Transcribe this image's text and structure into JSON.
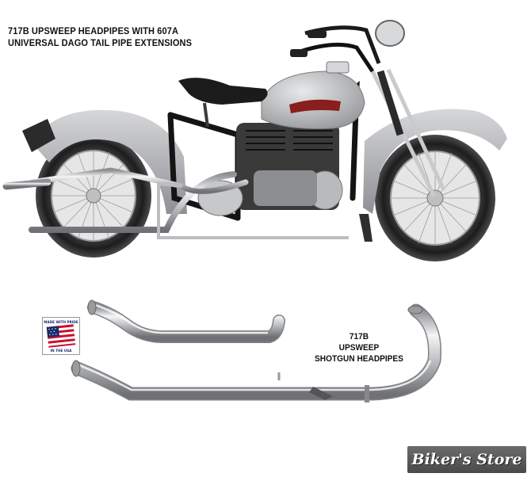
{
  "product_caption": {
    "line1": "717B UPSWEEP HEADPIPES WITH 607A",
    "line2": "UNIVERSAL DAGO TAIL PIPE EXTENSIONS"
  },
  "pipes_caption": {
    "line1": "717B",
    "line2": "UPSWEEP",
    "line3": "SHOTGUN HEADPIPES"
  },
  "usa_badge": {
    "top_text": "MADE WITH PRIDE",
    "bottom_text": "IN THE USA",
    "icon": "usa-flag-icon"
  },
  "watermark": {
    "label": "Biker's Store"
  },
  "colors": {
    "chrome": "#d9dadc",
    "fender_gray": "#b9babd",
    "frame_black": "#141414",
    "tire_dark": "#2a2a2a",
    "badge_gray": "#555555"
  }
}
